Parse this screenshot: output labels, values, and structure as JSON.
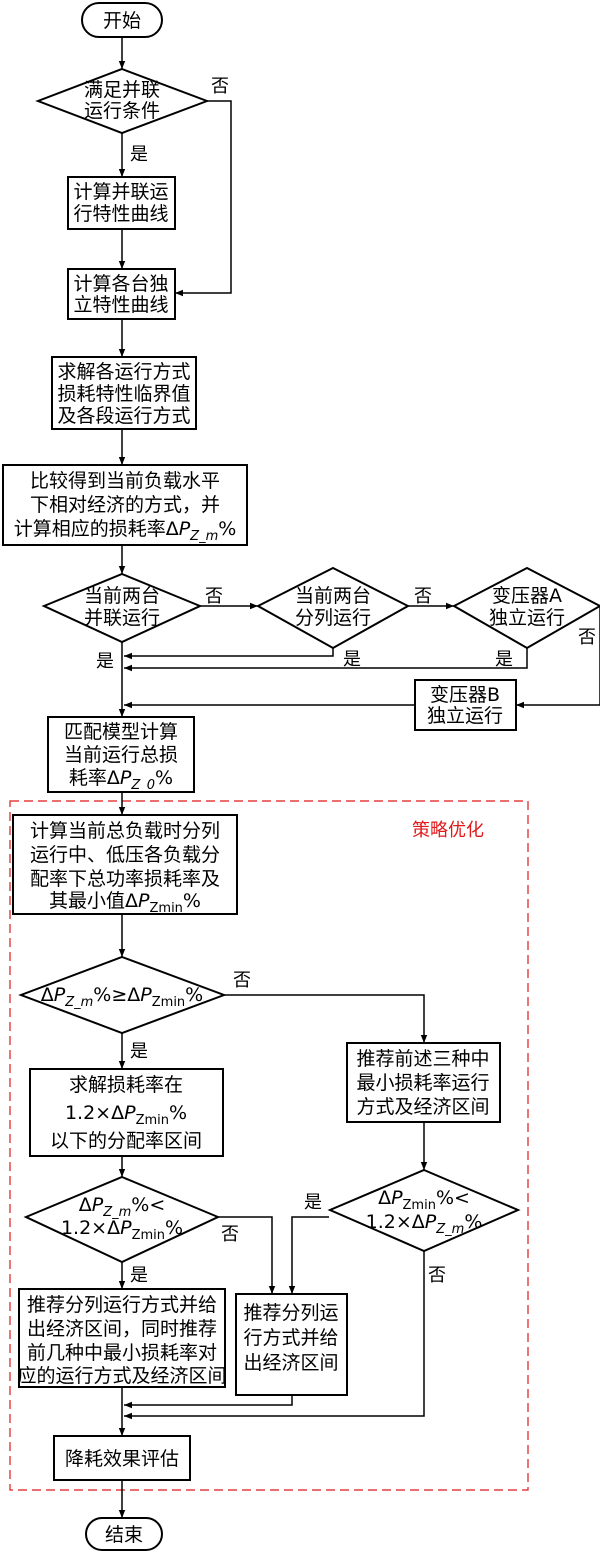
{
  "nodes": {
    "start": "开始",
    "cond_parallel": [
      "满足并联",
      "运行条件"
    ],
    "calc_parallel": [
      "计算并联运",
      "行特性曲线"
    ],
    "calc_independent": [
      "计算各台独",
      "立特性曲线"
    ],
    "solve_modes": [
      "求解各运行方式",
      "损耗特性临界值",
      "及各段运行方式"
    ],
    "compare": [
      "比较得到当前负载水平",
      "下相对经济的方式，并",
      "计算相应的损耗率"
    ],
    "compare_math": {
      "delta": "Δ",
      "p": "P",
      "sub": "Z_m",
      "pct": "%"
    },
    "cur_parallel": [
      "当前两台",
      "并联运行"
    ],
    "cur_split": [
      "当前两台",
      "分列运行"
    ],
    "trans_a": [
      "变压器A",
      "独立运行"
    ],
    "trans_b": [
      "变压器B",
      "独立运行"
    ],
    "match_model": [
      "匹配模型计算",
      "当前运行总损",
      "耗率"
    ],
    "match_math": {
      "delta": "Δ",
      "p": "P",
      "sub": "Z_0",
      "pct": "%"
    },
    "calc_total": [
      "计算当前总负载时分列",
      "运行中、低压各负载分",
      "配率下总功率损耗率及",
      "其最小值"
    ],
    "calc_total_math": {
      "delta": "Δ",
      "p": "P",
      "sub": "Zmin",
      "pct": "%"
    },
    "cond_ge": {
      "delta": "Δ",
      "p": "P",
      "sub1": "Z_m",
      "rel": "%≥",
      "sub2": "Zmin",
      "end": "%"
    },
    "recommend_three": [
      "推荐前述三种中",
      "最小损耗率运行",
      "方式及经济区间"
    ],
    "solve_ratio": [
      "求解损耗率在",
      "1.2×",
      "以下的分配率区间"
    ],
    "solve_ratio_math": {
      "delta": "Δ",
      "p": "P",
      "sub": "Zmin",
      "pct": "%"
    },
    "cond_lt_left": {
      "delta": "Δ",
      "p": "P",
      "sub1": "Z_m",
      "rel": "%<",
      "pre": "1.2×",
      "sub2": "Zmin",
      "end": "%"
    },
    "cond_lt_right": {
      "delta": "Δ",
      "p": "P",
      "sub1": "Zmin",
      "rel": "%<",
      "pre": "1.2×",
      "sub2": "Z_m",
      "end": "%"
    },
    "recommend_split_plus": [
      "推荐分列运行方式并给",
      "出经济区间，同时推荐",
      "前几种中最小损耗率对",
      "应的运行方式及经济区间"
    ],
    "recommend_split": [
      "推荐分列运",
      "行方式并给",
      "出经济区间"
    ],
    "evaluate": "降耗效果评估",
    "end": "结束"
  },
  "labels": {
    "yes": "是",
    "no": "否",
    "strategy": "策略优化"
  },
  "colors": {
    "line": "#000000",
    "strategy_border": "#e0191b",
    "strategy_text": "#e0191b"
  }
}
